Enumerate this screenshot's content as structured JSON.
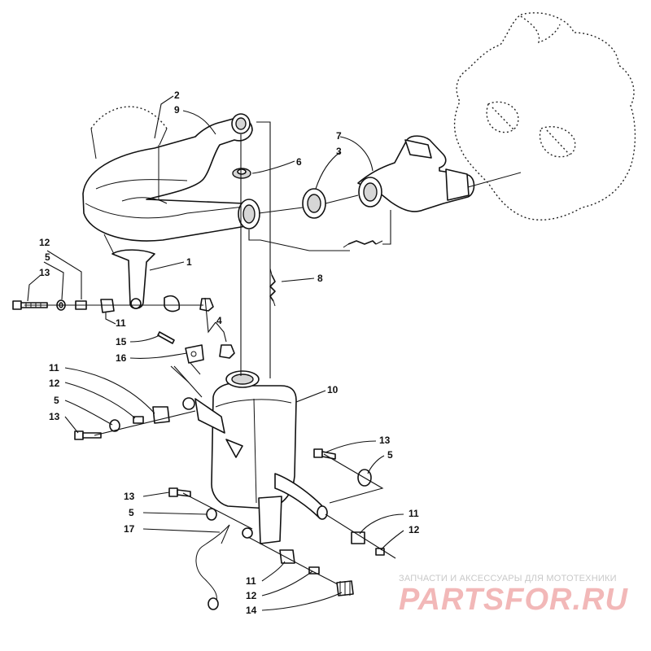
{
  "callouts": [
    {
      "id": "c1",
      "label": "1"
    },
    {
      "id": "c2",
      "label": "2"
    },
    {
      "id": "c3",
      "label": "3"
    },
    {
      "id": "c4",
      "label": "4"
    },
    {
      "id": "c5a",
      "label": "5"
    },
    {
      "id": "c5b",
      "label": "5"
    },
    {
      "id": "c5c",
      "label": "5"
    },
    {
      "id": "c5d",
      "label": "5"
    },
    {
      "id": "c6",
      "label": "6"
    },
    {
      "id": "c7",
      "label": "7"
    },
    {
      "id": "c8",
      "label": "8"
    },
    {
      "id": "c9",
      "label": "9"
    },
    {
      "id": "c10",
      "label": "10"
    },
    {
      "id": "c11a",
      "label": "11"
    },
    {
      "id": "c11b",
      "label": "11"
    },
    {
      "id": "c11c",
      "label": "11"
    },
    {
      "id": "c11d",
      "label": "11"
    },
    {
      "id": "c12a",
      "label": "12"
    },
    {
      "id": "c12b",
      "label": "12"
    },
    {
      "id": "c12c",
      "label": "12"
    },
    {
      "id": "c12d",
      "label": "12"
    },
    {
      "id": "c13a",
      "label": "13"
    },
    {
      "id": "c13b",
      "label": "13"
    },
    {
      "id": "c13c",
      "label": "13"
    },
    {
      "id": "c13d",
      "label": "13"
    },
    {
      "id": "c14",
      "label": "14"
    },
    {
      "id": "c15",
      "label": "15"
    },
    {
      "id": "c16",
      "label": "16"
    },
    {
      "id": "c17",
      "label": "17"
    }
  ],
  "watermark": {
    "tagline": "ЗАПЧАСТИ И АКСЕССУАРЫ ДЛЯ МОТОТЕХНИКИ",
    "logo": "PARTSFOR.RU"
  }
}
